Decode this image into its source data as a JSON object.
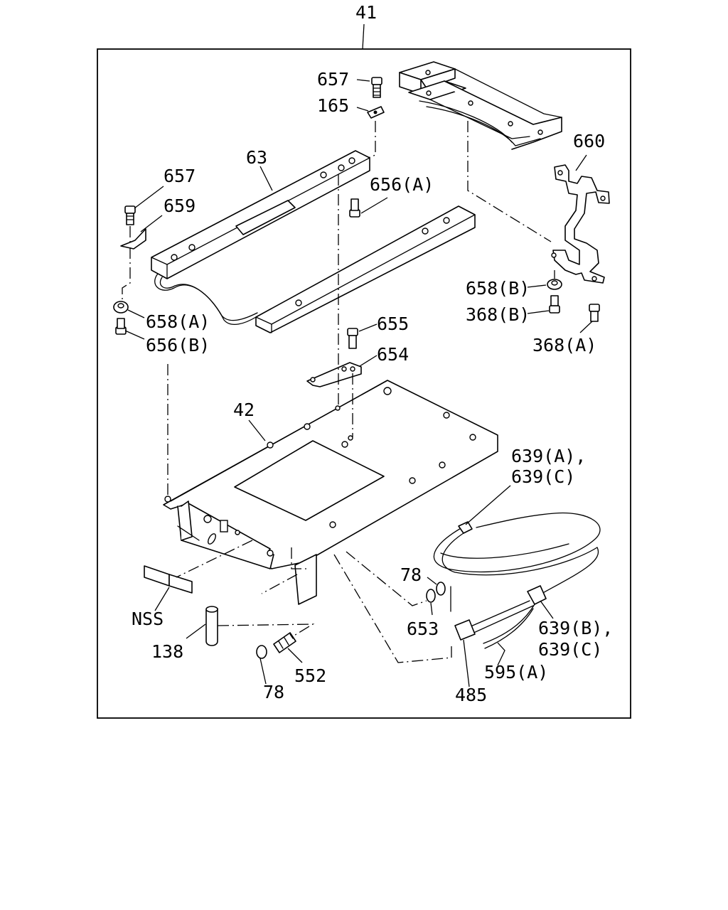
{
  "labels": {
    "assembly": "41",
    "l657_top": "657",
    "l165": "165",
    "l63": "63",
    "l657_left": "657",
    "l659": "659",
    "l656a": "656(A)",
    "l660": "660",
    "l658a": "658(A)",
    "l656b": "656(B)",
    "l658b": "658(B)",
    "l368b": "368(B)",
    "l368a": "368(A)",
    "l655": "655",
    "l654": "654",
    "l42": "42",
    "l639a": "639(A),",
    "l639c_top": "639(C)",
    "l78_right": "78",
    "l653": "653",
    "l639b": "639(B),",
    "l639c_bottom": "639(C)",
    "lnss": "NSS",
    "l138": "138",
    "l552": "552",
    "l595a": "595(A)",
    "l78_bottom": "78",
    "l485": "485"
  }
}
